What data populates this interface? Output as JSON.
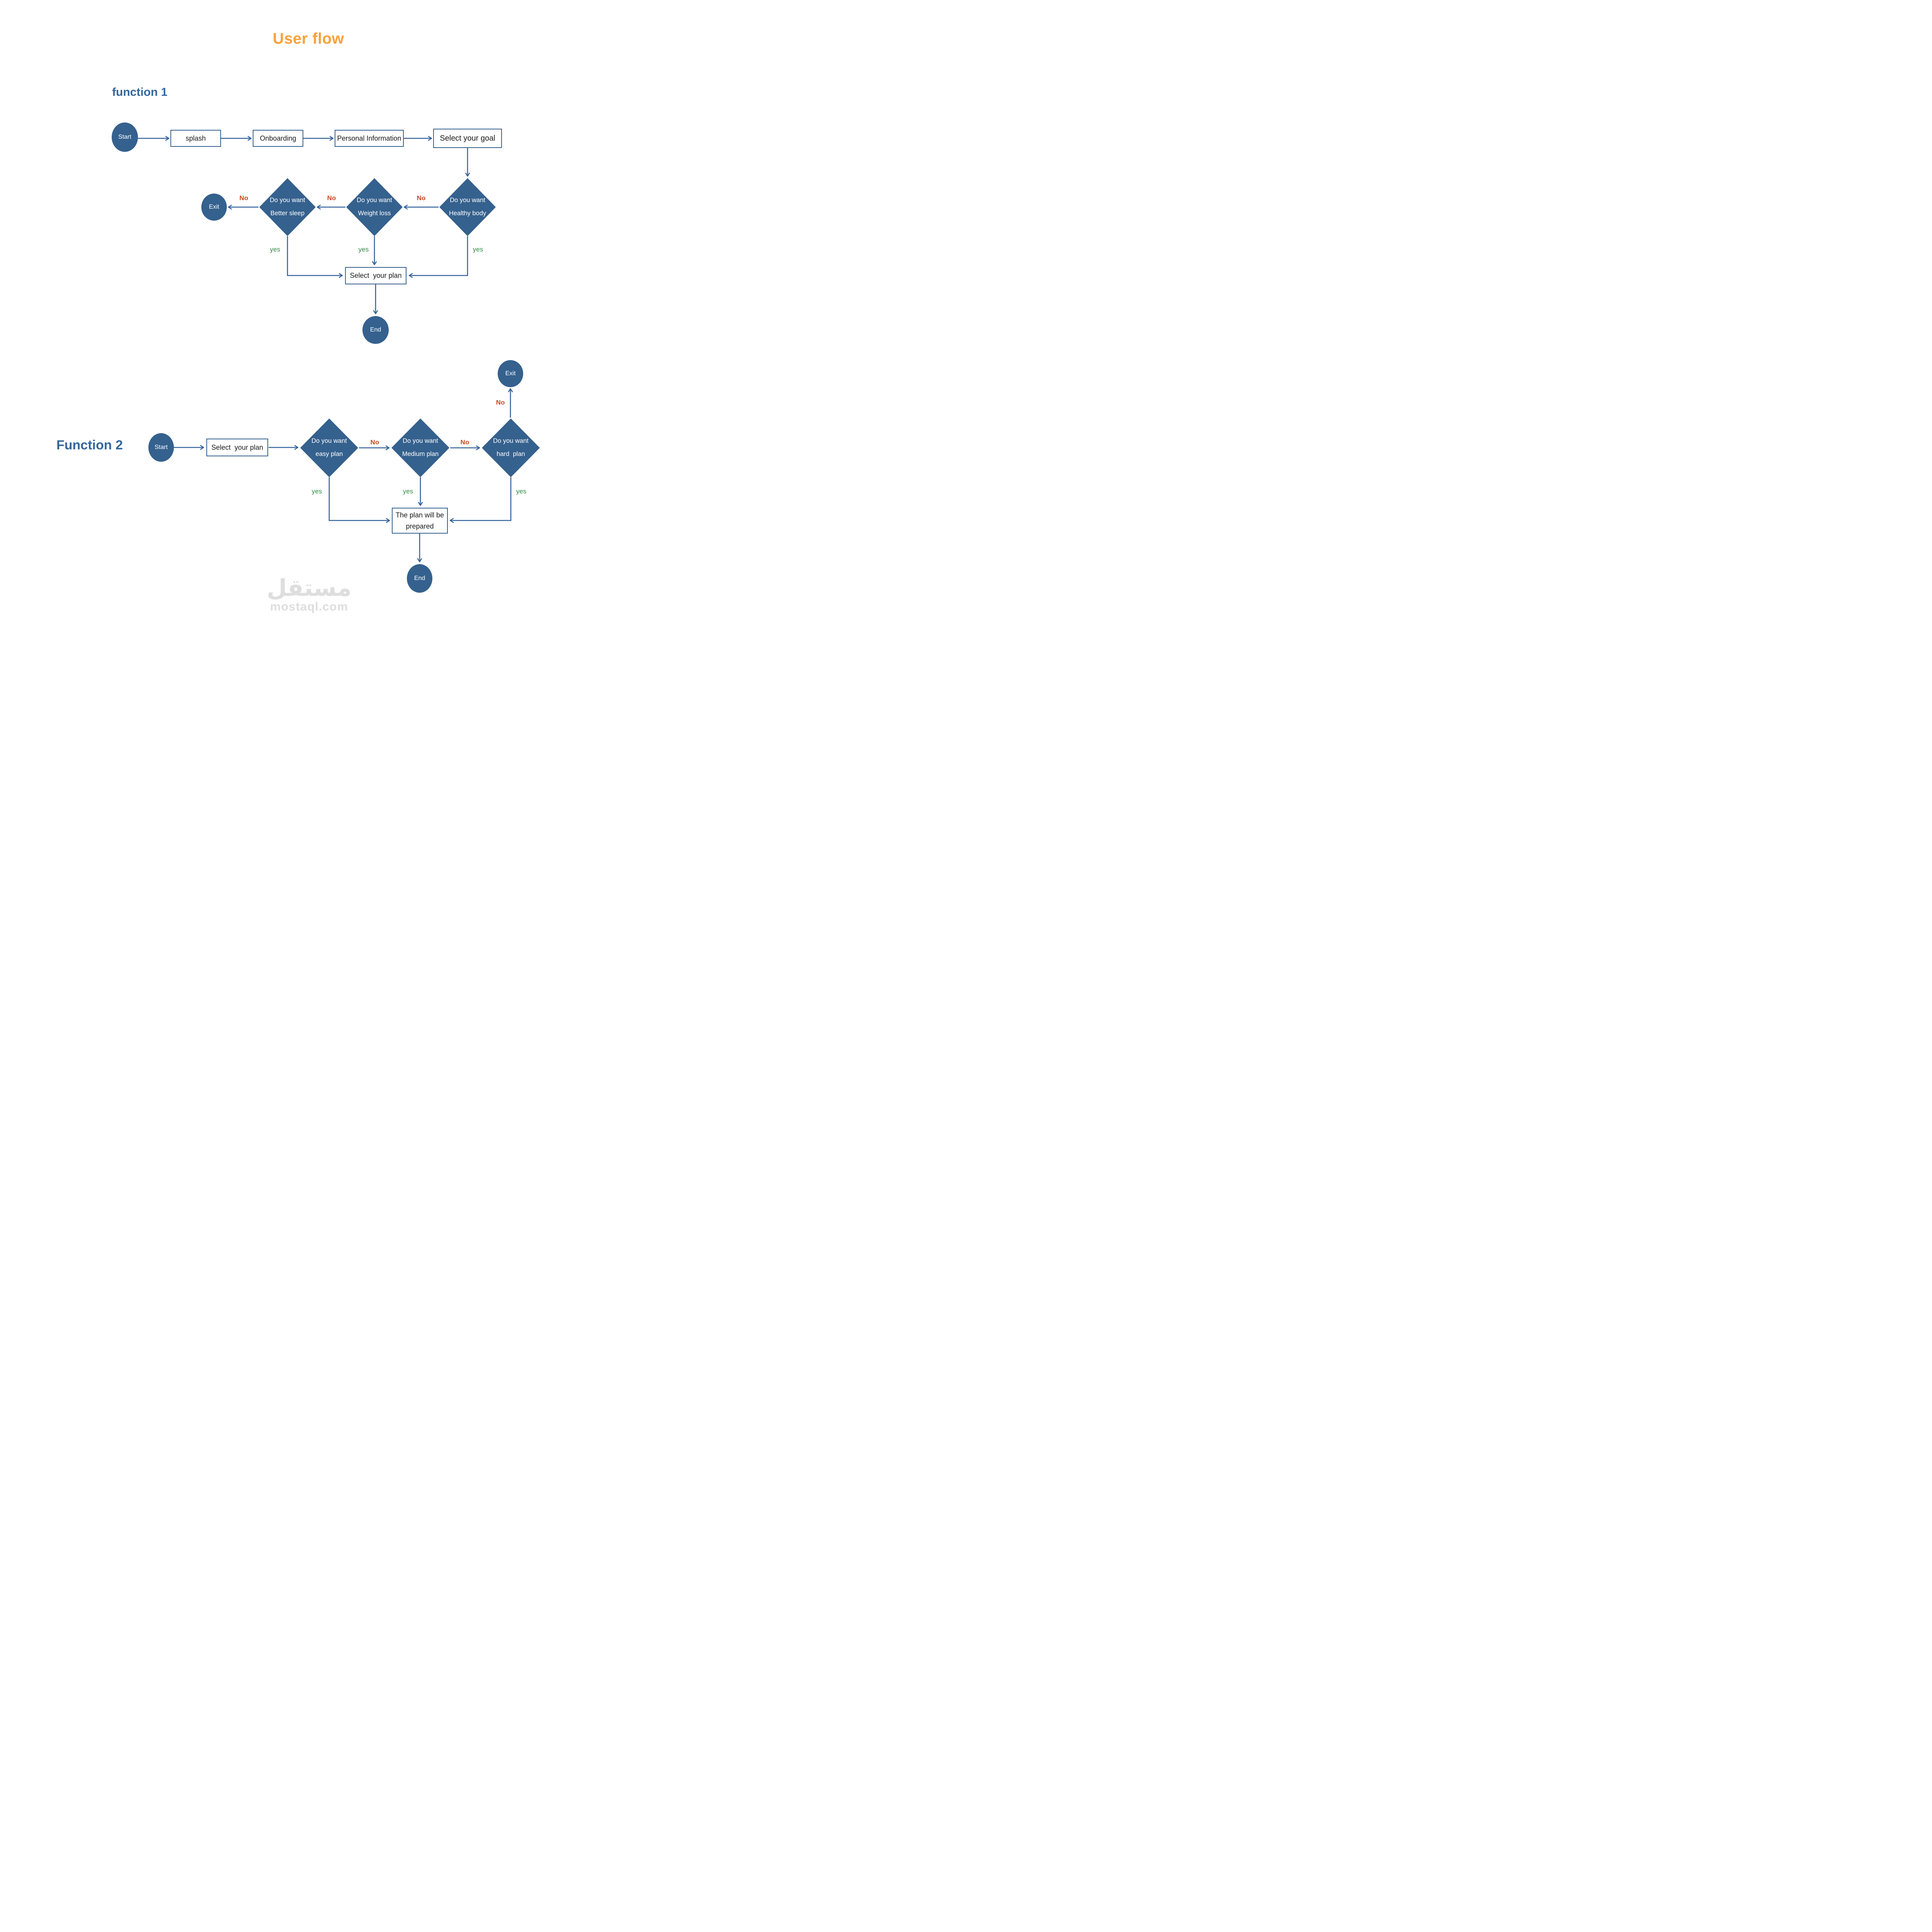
{
  "title": "User flow",
  "labels": {
    "no": "No",
    "yes": "yes"
  },
  "watermark": {
    "arabic": "مستقل",
    "domain": "mostaql.com"
  },
  "colors": {
    "shape-blue": "#35618E",
    "edge-blue": "#33619B",
    "no-red": "#C84A22",
    "yes-green": "#2E8B43",
    "title-orange": "#F9A13C",
    "watermark-gray": "#DEDEDE",
    "box-text": "#1A1A1A"
  },
  "function1": {
    "label": "function 1",
    "start": "Start",
    "steps": {
      "splash": "splash",
      "onboarding": "Onboarding",
      "personal_information": "Personal Information",
      "select_goal": "Select your goal"
    },
    "decisions": {
      "healthy": {
        "line1": "Do you want",
        "line2": "Healthy body"
      },
      "weight": {
        "line1": "Do you want",
        "line2": "Weight loss"
      },
      "sleep": {
        "line1": "Do you want",
        "line2": "Better sleep"
      }
    },
    "exit": "Exit",
    "select_plan": "Select  your plan",
    "end": "End"
  },
  "function2": {
    "label": "Function 2",
    "start": "Start",
    "select_plan": "Select  your plan",
    "decisions": {
      "easy": {
        "line1": "Do you want",
        "line2": "easy plan"
      },
      "medium": {
        "line1": "Do you want",
        "line2": "Medium plan"
      },
      "hard": {
        "line1": "Do you want",
        "line2": "hard  plan"
      }
    },
    "exit": "Exit",
    "prepared": {
      "line1": "The plan will be",
      "line2": "prepared"
    },
    "end": "End"
  }
}
